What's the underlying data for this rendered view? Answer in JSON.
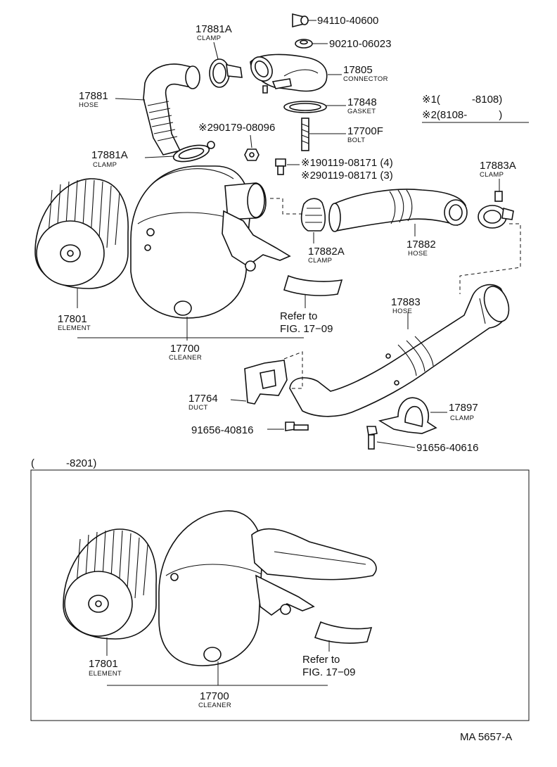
{
  "diagram_code": "MA 5657-A",
  "applicability": {
    "line1": "※1(　　　-8108)",
    "line2": "※2(8108-　　　)",
    "inset_range": "(　　　-8201)"
  },
  "labels": {
    "p94110": {
      "number": "94110-40600"
    },
    "p90210": {
      "number": "90210-06023"
    },
    "p17881A_top": {
      "number": "17881A",
      "name": "CLAMP"
    },
    "p17805": {
      "number": "17805",
      "name": "CONNECTOR"
    },
    "p17881": {
      "number": "17881",
      "name": "HOSE"
    },
    "p17848": {
      "number": "17848",
      "name": "GASKET"
    },
    "p17700F": {
      "number": "17700F",
      "name": "BOLT"
    },
    "p90179": {
      "number": "※290179-08096"
    },
    "p17881A_low": {
      "number": "17881A",
      "name": "CLAMP"
    },
    "p90119_1": {
      "number": "※190119-08171 (4)"
    },
    "p90119_2": {
      "number": "※290119-08171 (3)"
    },
    "p17883A": {
      "number": "17883A",
      "name": "CLAMP"
    },
    "p17882A": {
      "number": "17882A",
      "name": "CLAMP"
    },
    "p17882": {
      "number": "17882",
      "name": "HOSE"
    },
    "p17801": {
      "number": "17801",
      "name": "ELEMENT"
    },
    "p17700": {
      "number": "17700",
      "name": "CLEANER"
    },
    "ref1": {
      "line1": "Refer to",
      "line2": "FIG. 17−09"
    },
    "p17883": {
      "number": "17883",
      "name": "HOSE"
    },
    "p17764": {
      "number": "17764",
      "name": "DUCT"
    },
    "p17897": {
      "number": "17897",
      "name": "CLAMP"
    },
    "p91656_40816": {
      "number": "91656-40816"
    },
    "p91656_40616": {
      "number": "91656-40616"
    },
    "inset_17801": {
      "number": "17801",
      "name": "ELEMENT"
    },
    "inset_17700": {
      "number": "17700",
      "name": "CLEANER"
    },
    "ref2": {
      "line1": "Refer to",
      "line2": "FIG. 17−09"
    }
  }
}
